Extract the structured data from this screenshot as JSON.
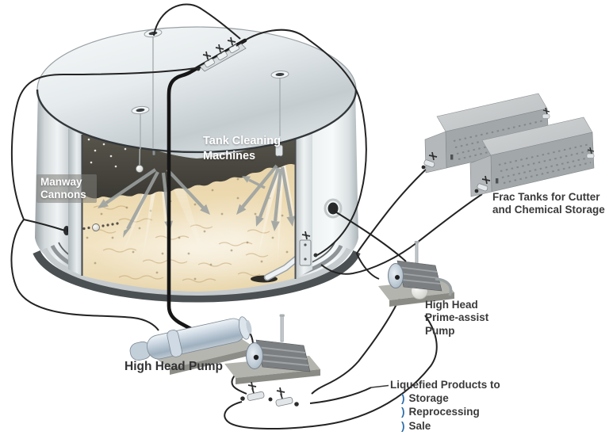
{
  "colors": {
    "label_dark": "#3a3a3b",
    "label_white": "#ffffff",
    "bullet_blue": "#2e6fa7",
    "liquid_tan": "#ead7ab",
    "vapor_dark": "#44423a",
    "hose_black": "#1a1a1a",
    "steel_light": "#eef2f3",
    "steel_dark": "#8f979b",
    "spray_arrow_grey": "#9ba1a0"
  },
  "labels": {
    "tank_cleaning_machines": "Tank Cleaning Machines",
    "manway_cannons": "Manway Cannons",
    "frac_tanks": "Frac Tanks for Cutter and Chemical Storage",
    "high_head_pump": "High Head Pump",
    "high_head_prime_assist_pump": "High Head Prime-assist Pump",
    "liquefied": {
      "heading": "Liquefied Products to",
      "bullet": ")",
      "items": [
        "Storage",
        "Reprocessing",
        "Sale"
      ]
    }
  }
}
